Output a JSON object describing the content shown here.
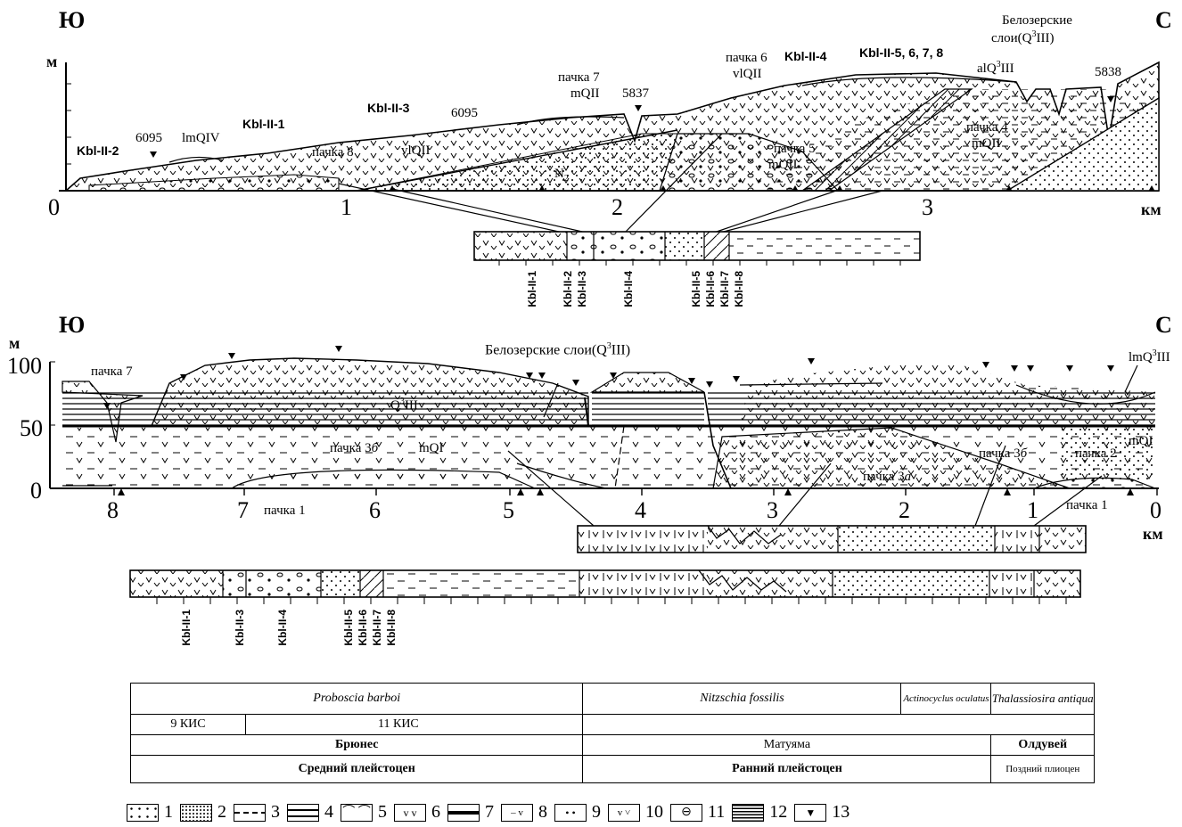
{
  "top_profile": {
    "dir_left": "Ю",
    "dir_right": "С",
    "y_unit": "м",
    "x_unit": "км",
    "x_ticks": [
      "0",
      "1",
      "2",
      "3"
    ],
    "labels": {
      "kbl2": "Kbl-II-2",
      "w6095a": "6095",
      "lmqiv": "lmQIV",
      "kbl1": "Kbl-II-1",
      "kbl3": "Kbl-II-3",
      "w6095b": "6095",
      "pachka8": "пачка 8",
      "vlqii_a": "vlQII",
      "n2": "N",
      "n2sub": "2",
      "pachka7": "пачка 7",
      "mqii_7": "mQII",
      "w5837": "5837",
      "pachka6": "пачка 6",
      "vlqii_b": "vlQII",
      "kbl4": "Kbl-II-4",
      "kbl5678": "Kbl-II-5, 6, 7, 8",
      "belozer_1": "Белозерские",
      "belozer_2": "слои(Q",
      "belozer_sup": "3",
      "belozer_3": "III)",
      "alq": "alQ",
      "alq_sup": "3",
      "alq_tail": "III",
      "pachka5": "пачка 5",
      "mqii_5": "mQII",
      "w5838": "5838",
      "pachka4": "пачка 4",
      "mqii_4": "mQII"
    },
    "column_labels": [
      "Kbl-II-1",
      "Kbl-II-2",
      "Kbl-II-3",
      "Kbl-II-4",
      "Kbl-II-5",
      "Kbl-II-6",
      "Kbl-II-7",
      "Kbl-II-8"
    ]
  },
  "bottom_profile": {
    "dir_left": "Ю",
    "dir_right": "С",
    "y_unit": "м",
    "x_unit": "км",
    "y_ticks": [
      "100",
      "50",
      "0"
    ],
    "x_ticks": [
      "8",
      "7",
      "6",
      "5",
      "4",
      "3",
      "2",
      "1",
      "0"
    ],
    "labels": {
      "pachka7": "пачка 7",
      "q3iii_pre": "Q",
      "q3iii_sup": "3",
      "q3iii_tail": "III",
      "belozer": "Белозерские слои(Q",
      "belozer_sup": "3",
      "belozer_tail": "III)",
      "lmq_pre": "lmQ",
      "lmq_sup": "3",
      "lmq_tail": "III",
      "pachka3b_a": "пачка 3",
      "pachka3b_a_i": "б",
      "mqi_a": "mQI",
      "pachka3b_b": "пачка 3",
      "pachka3b_b_i": "б",
      "pachka2": "пачка 2",
      "mqi_b": "mQI",
      "pachka3a": "пачка 3",
      "pachka3a_i": "a",
      "pachka1_a": "пачка 1",
      "pachka1_b": "пачка 1"
    },
    "column_labels": [
      "Kbl-II-1",
      "Kbl-II-3",
      "Kbl-II-4",
      "Kbl-II-5",
      "Kbl-II-6",
      "Kbl-II-7",
      "Kbl-II-8"
    ]
  },
  "strat_table": {
    "row1": [
      "Proboscia barboi",
      "Nitzschia fossilis",
      "Actinocyclus oculatus",
      "Thalassiosira antiqua"
    ],
    "row2": [
      "9 КИС",
      "11 КИС",
      "",
      ""
    ],
    "row3": [
      "Брюнес",
      "Матуяма",
      "Олдувей"
    ],
    "row4": [
      "Средний плейстоцен",
      "Ранний плейстоцен",
      "Поздний плиоцен"
    ]
  },
  "legend": [
    "1",
    "2",
    "3",
    "4",
    "5",
    "6",
    "7",
    "8",
    "9",
    "10",
    "11",
    "12",
    "13"
  ]
}
